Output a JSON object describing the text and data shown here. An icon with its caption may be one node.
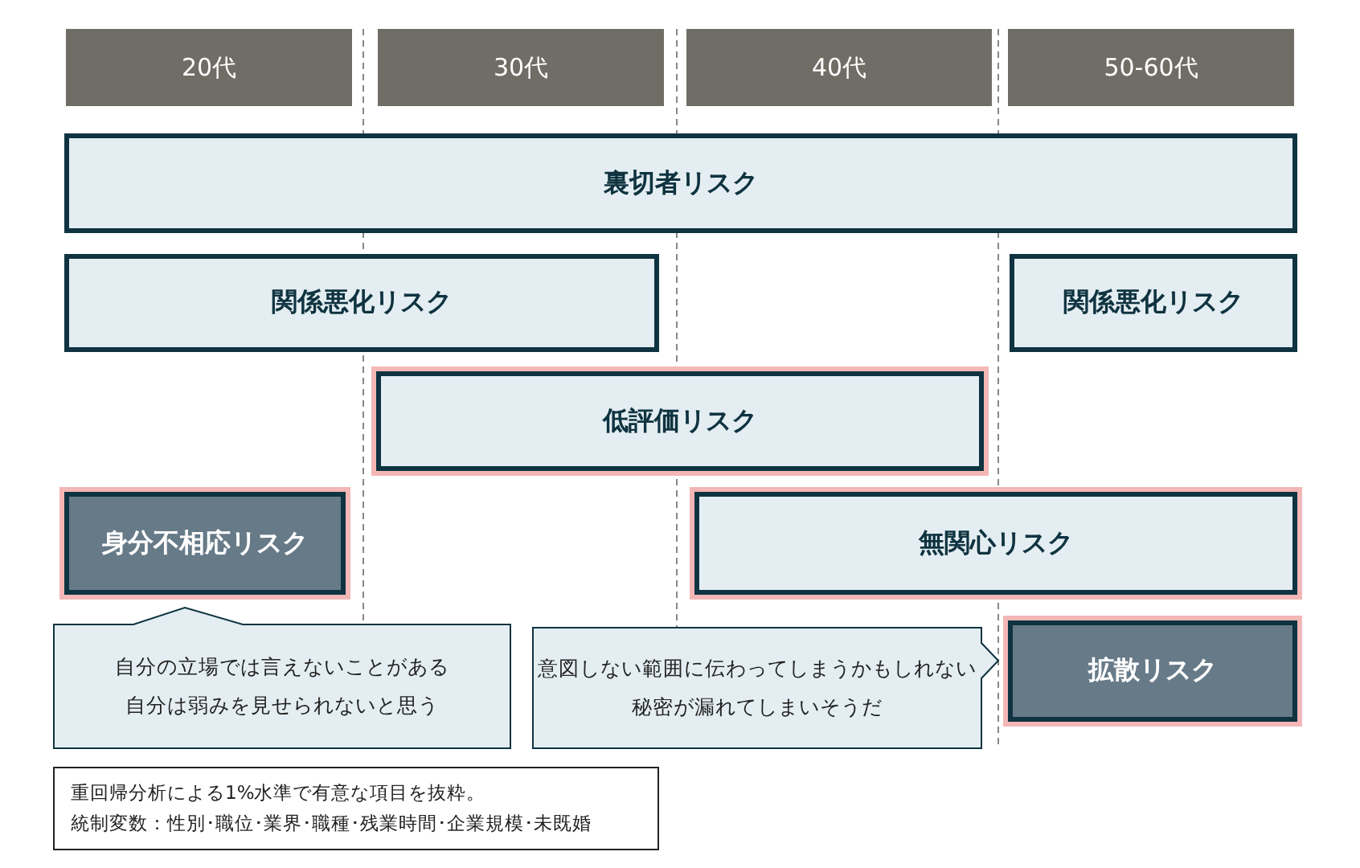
{
  "diagram": {
    "nodes": [
      {
        "text": [
          "20代"
        ]
      },
      {
        "text": [
          "30代"
        ]
      },
      {
        "text": [
          "40代"
        ]
      },
      {
        "text": [
          "50-60代"
        ]
      },
      {
        "text": [
          "裏切者リスク"
        ]
      },
      {
        "text": [
          "関係悪化リスク"
        ]
      },
      {
        "text": [
          "関係悪化リスク"
        ]
      },
      {
        "text": [
          "低評価リスク"
        ]
      },
      {
        "text": [
          "身分不相応リスク"
        ]
      },
      {
        "text": [
          "無関心リスク"
        ]
      },
      {
        "text": [
          "自分の立場では言えないことがある",
          "自分は弱みを見せられないと思う"
        ]
      },
      {
        "text": [
          "意図しない範囲に伝わってしまうかもしれない",
          "秘密が漏れてしまいそうだ"
        ]
      },
      {
        "text": [
          "拡散リスク"
        ]
      },
      {
        "text": [
          "重回帰分析による1%水準で有意な項目を抜粋。",
          "統制変数：性別･職位･業界･職種･残業時間･企業規模･未既婚"
        ]
      }
    ],
    "edges": []
  }
}
